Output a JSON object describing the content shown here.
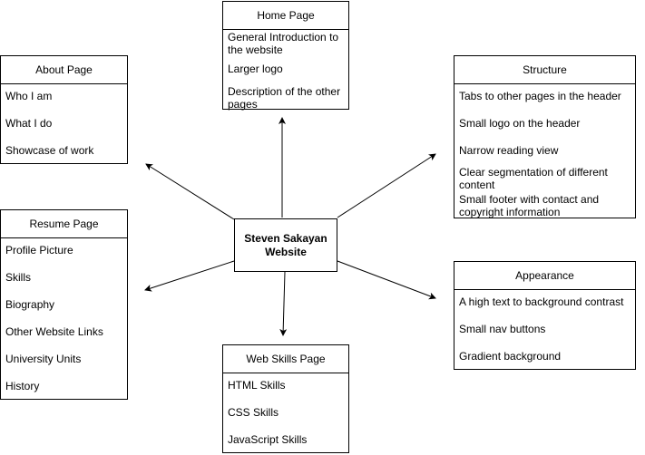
{
  "center": {
    "line1": "Steven Sakayan",
    "line2": "Website"
  },
  "home": {
    "title": "Home Page",
    "items": [
      "General Introduction to the website",
      "Larger logo",
      "Description of the other pages"
    ]
  },
  "about": {
    "title": "About Page",
    "items": [
      "Who I am",
      "What I do",
      "Showcase of work"
    ]
  },
  "structure": {
    "title": "Structure",
    "items": [
      "Tabs to other pages in the header",
      "Small logo on the header",
      "Narrow reading view",
      "Clear segmentation of different content",
      "Small footer with contact and copyright information"
    ]
  },
  "resume": {
    "title": "Resume Page",
    "items": [
      "Profile Picture",
      "Skills",
      "Biography",
      "Other Website Links",
      "University Units",
      "History"
    ]
  },
  "appearance": {
    "title": "Appearance",
    "items": [
      "A high text to background contrast",
      "Small nav buttons",
      "Gradient background"
    ]
  },
  "webskills": {
    "title": "Web Skills Page",
    "items": [
      "HTML Skills",
      "CSS Skills",
      "JavaScript Skills"
    ]
  }
}
